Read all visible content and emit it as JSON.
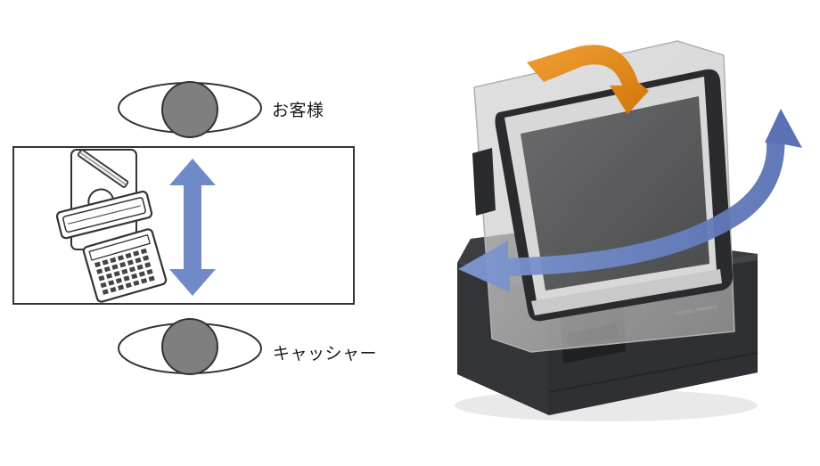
{
  "labels": {
    "customer": "お客様",
    "cashier": "キャッシャー"
  },
  "colors": {
    "swivel_arrow": "#6f8ac6",
    "tilt_arrow": "#e88a16",
    "double_arrow": "#6f8ac6",
    "person_head": "#7f7f7f",
    "outline": "#333333"
  },
  "icons": {
    "counter_items": [
      "keyboard-icon",
      "register-icon",
      "pen-icon"
    ],
    "terminal": "pos-terminal-illustration"
  }
}
